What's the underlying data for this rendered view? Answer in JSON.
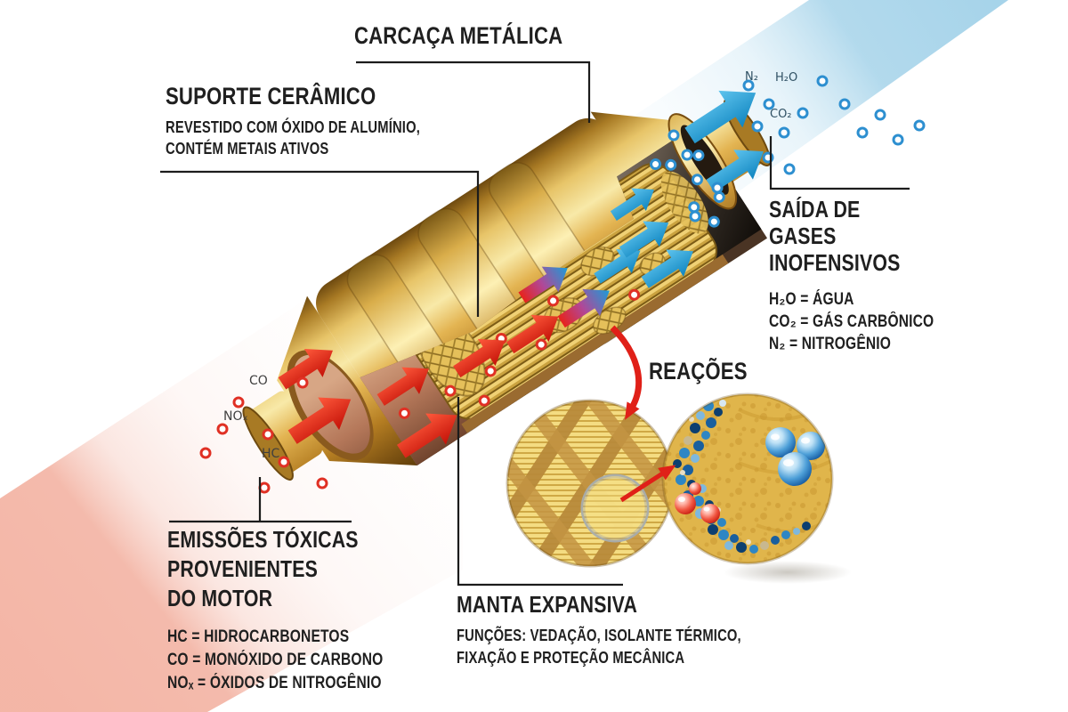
{
  "page": {
    "title": "Catalisador automotivo — diagrama em corte",
    "background": "#ffffff"
  },
  "flows": {
    "toxic": {
      "band_color": "#f3b3a3",
      "molecules": [
        "CO",
        "NOₓ",
        "HC"
      ]
    },
    "clean": {
      "band_color": "#9fd0e8",
      "molecules": [
        "N₂",
        "H₂O",
        "CO₂"
      ]
    }
  },
  "callouts": {
    "carcaca_metalica": {
      "title": "CARCAÇA METÁLICA"
    },
    "suporte_ceramico": {
      "title": "SUPORTE CERÂMICO",
      "desc_line1": "REVESTIDO COM ÓXIDO DE ALUMÍNIO,",
      "desc_line2": "CONTÉM METAIS ATIVOS"
    },
    "saida_gases": {
      "title_line1": "SAÍDA DE",
      "title_line2": "GASES",
      "title_line3": "INOFENSIVOS",
      "legend": [
        "H₂O = ÁGUA",
        "CO₂ = GÁS CARBÔNICO",
        "N₂ = NITROGÊNIO"
      ]
    },
    "reacoes": {
      "title": "REAÇÕES"
    },
    "manta_expansiva": {
      "title": "MANTA EXPANSIVA",
      "desc_line1": "FUNÇÕES: VEDAÇÃO, ISOLANTE TÉRMICO,",
      "desc_line2": "FIXAÇÃO E PROTEÇÃO MECÂNICA"
    },
    "emissoes_toxicas": {
      "title_line1": "EMISSÕES TÓXICAS",
      "title_line2": "PROVENIENTES",
      "title_line3": "DO MOTOR",
      "legend": [
        "HC = HIDROCARBONETOS",
        "CO = MONÓXIDO DE CARBONO",
        "NOₓ = ÓXIDOS DE NITROGÊNIO"
      ]
    }
  },
  "colors": {
    "text": "#1f1f1f",
    "leader_line": "#1c1c1c",
    "red_arrow": "#e8231c",
    "blue_arrow": "#1b9cd8",
    "gold": "#d9a13f",
    "copper": "#b5785a"
  }
}
